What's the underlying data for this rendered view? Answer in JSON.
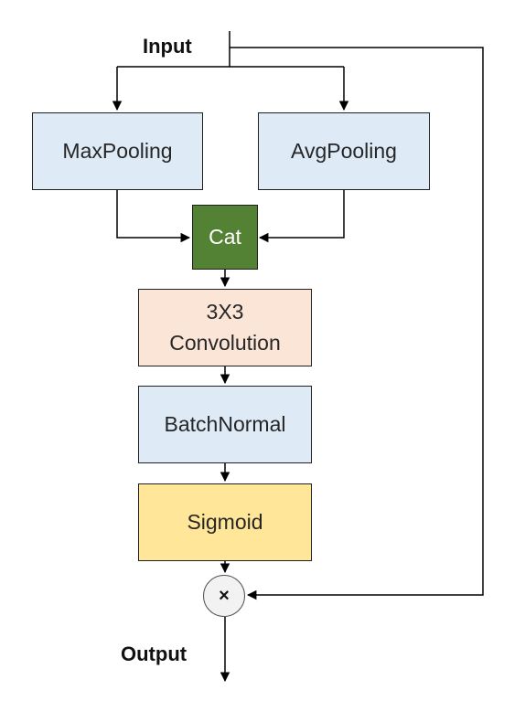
{
  "input_label": "Input",
  "output_label": "Output",
  "nodes": {
    "maxpooling": "MaxPooling",
    "avgpooling": "AvgPooling",
    "cat": "Cat",
    "conv_line1": "3X3",
    "conv_line2": "Convolution",
    "batchnormal": "BatchNormal",
    "sigmoid": "Sigmoid",
    "multiply": "×"
  },
  "colors": {
    "pooling_fill": "#deebf7",
    "cat_fill": "#548235",
    "conv_fill": "#fbe5d6",
    "batchnorm_fill": "#deebf7",
    "sigmoid_fill": "#ffe699",
    "line": "#000000"
  }
}
